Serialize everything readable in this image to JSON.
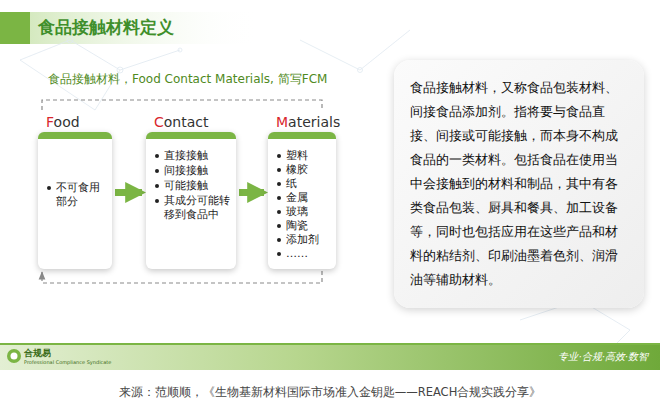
{
  "diagram": {
    "title": "食品接触材料定义",
    "caption": "来源：范顺顺，《生物基新材料国际市场准入金钥匙——REACH合规实践分享》",
    "nodes": [
      {
        "text": [
          "Food",
          "不可食用部分"
        ]
      },
      {
        "text": [
          "Contact",
          "直接接触",
          "间接接触",
          "可能接触",
          "其成分可能转移到食品中"
        ]
      },
      {
        "text": [
          "Materials",
          "塑料",
          "橡胶",
          "纸",
          "金属",
          "玻璃",
          "陶瓷",
          "添加剂",
          "……"
        ]
      },
      {
        "text": [
          "食品接触材料，又称食品包装材料、间接食品添加剂。指将要与食品直接、间接或可能接触，而本身不构成食品的一类材料。包括食品在使用当中会接触到的材料和制品，其中有各类食品包装、厨具和餐具、加工设备等，同时也包括应用在这些产品和材料的粘结剂、印刷油墨着色剂、润滑油等辅助材料。"
        ]
      }
    ],
    "edges": [
      {
        "from": 0,
        "to": 1,
        "arrow": "to"
      },
      {
        "from": 1,
        "to": 2,
        "arrow": "to"
      },
      {
        "from": 0,
        "to": 2,
        "arrow": "none"
      },
      {
        "from": 2,
        "to": 0,
        "arrow": "to"
      }
    ],
    "labels": [
      "食品接触材料，Food Contact Materials, 简写FCM",
      "合规易",
      "Professional Compliance Syndicate",
      "专业·合规·高效·数智"
    ]
  }
}
